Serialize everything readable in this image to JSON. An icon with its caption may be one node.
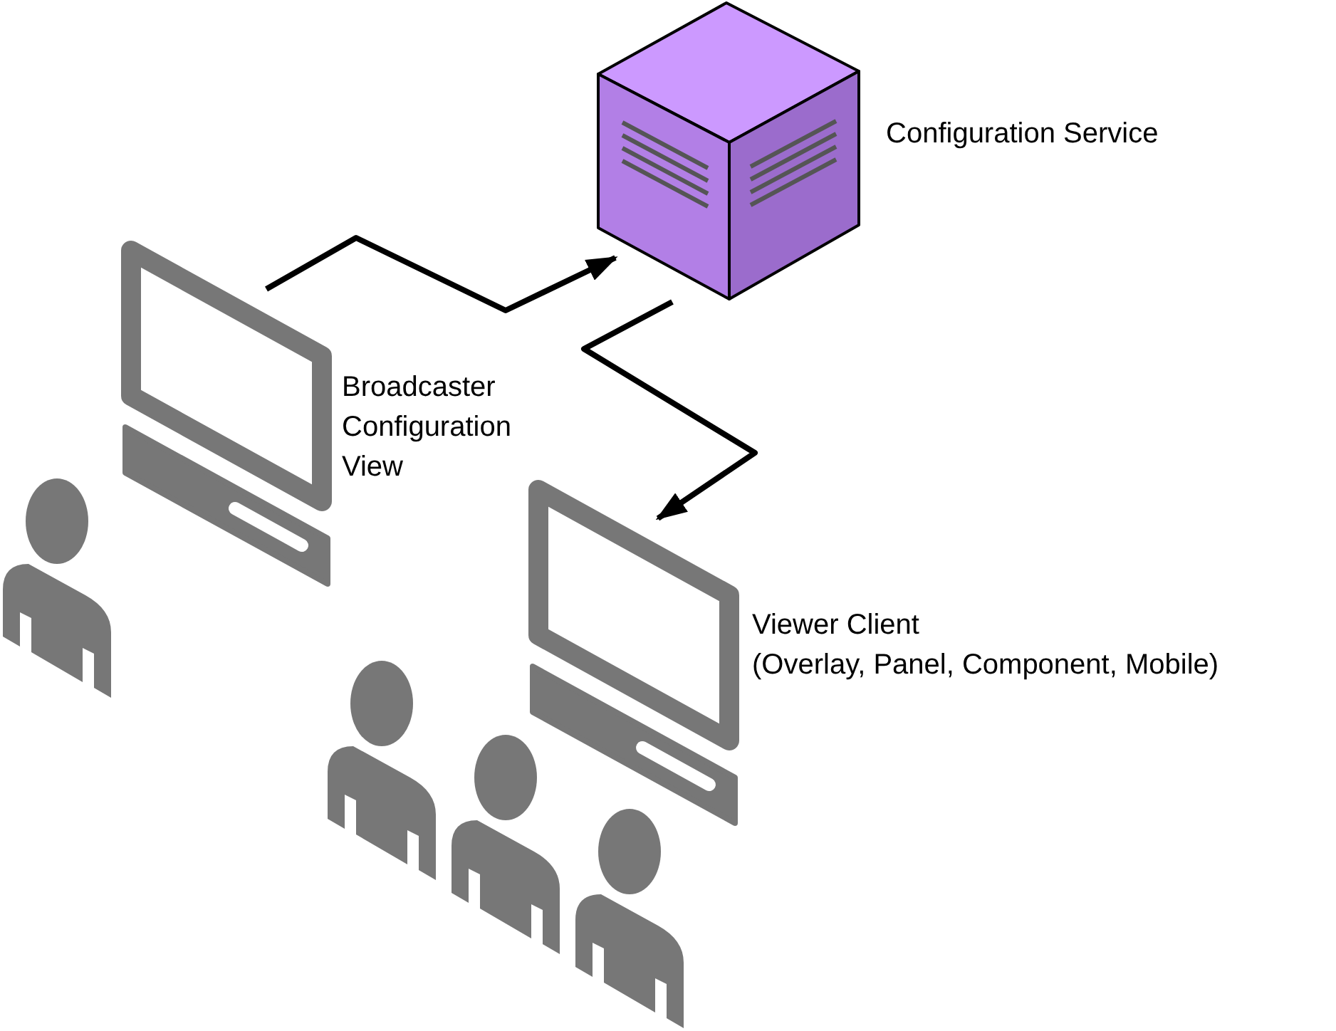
{
  "diagram": {
    "nodes": [
      {
        "text": [
          "Configuration Service"
        ]
      },
      {
        "text": [
          "Broadcaster Configuration View"
        ]
      },
      {
        "text": [
          "Viewer Client",
          "(Overlay, Panel, Component, Mobile)"
        ]
      }
    ],
    "edges": [
      {
        "from": 1,
        "to": 0,
        "arrow": "to"
      },
      {
        "from": 0,
        "to": 2,
        "arrow": "to"
      }
    ]
  }
}
